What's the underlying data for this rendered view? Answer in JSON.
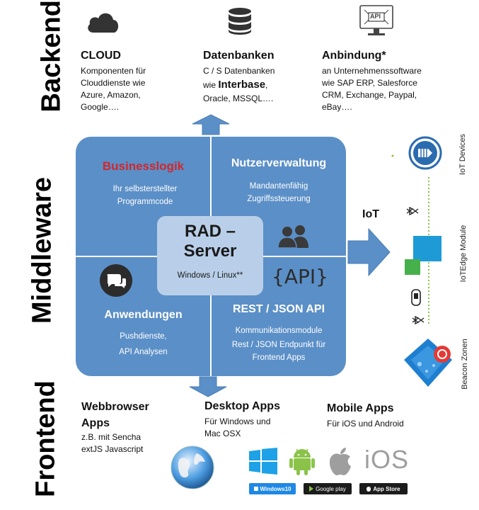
{
  "side_labels": {
    "backend": "Backend",
    "middleware": "Middleware",
    "frontend": "Frontend"
  },
  "right_labels": {
    "iot_devices": "IoT Devices",
    "iot_edge": "IoTEdge Module",
    "beacon": "Beacon Zonen"
  },
  "backend": {
    "cloud": {
      "title": "CLOUD",
      "lines": [
        "Komponenten für",
        "Clouddienste wie",
        "Azure, Amazon,",
        "Google…."
      ]
    },
    "datenbanken": {
      "title": "Datenbanken",
      "line1": "C / S Datenbanken",
      "line2_pre": "wie ",
      "line2_bold": "Interbase",
      "line2_post": ",",
      "line3": "Oracle, MSSQL…."
    },
    "anbindung": {
      "title": "Anbindung*",
      "lines": [
        "an Unternehmenssoftware",
        "wie SAP ERP, Salesforce",
        "CRM, Exchange, Paypal,",
        "eBay…."
      ]
    },
    "api_monitor_text": "API"
  },
  "middleware": {
    "businesslogik": {
      "title": "Businesslogik",
      "lines": [
        "Ihr selbsterstellter",
        "Programmcode"
      ]
    },
    "nutzerverwaltung": {
      "title": "Nutzerverwaltung",
      "lines": [
        "Mandantenfähig",
        "Zugriffssteuerung"
      ]
    },
    "anwendungen": {
      "title": "Anwendungen",
      "lines": [
        "Pushdienste,",
        "API Analysen"
      ]
    },
    "rest": {
      "title": "REST / JSON API",
      "lines": [
        "Kommunikationsmodule",
        "Rest / JSON Endpunkt für",
        "Frontend Apps"
      ],
      "api_glyph": "{API}"
    },
    "center": {
      "title1": "RAD –",
      "title2": "Server",
      "sub": "Windows / Linux**"
    },
    "iot_label": "IoT"
  },
  "frontend": {
    "webbrowser": {
      "title1": "Webbrowser",
      "title2": "Apps",
      "lines": [
        "z.B. mit Sencha",
        "extJS Javascript"
      ]
    },
    "desktop": {
      "title": "Desktop Apps",
      "lines": [
        "Für Windows und",
        "Mac OSX"
      ]
    },
    "mobile": {
      "title": "Mobile Apps",
      "lines": [
        "Für iOS und Android"
      ]
    },
    "ios_text": "iOS",
    "badges": {
      "windows": "Windows10",
      "google": "Google play",
      "apple": "App Store"
    }
  },
  "colors": {
    "box": "#5b8fc7",
    "center": "#b9cfe9",
    "business_red": "#d0282e",
    "arrow": "#5b8fc7"
  }
}
